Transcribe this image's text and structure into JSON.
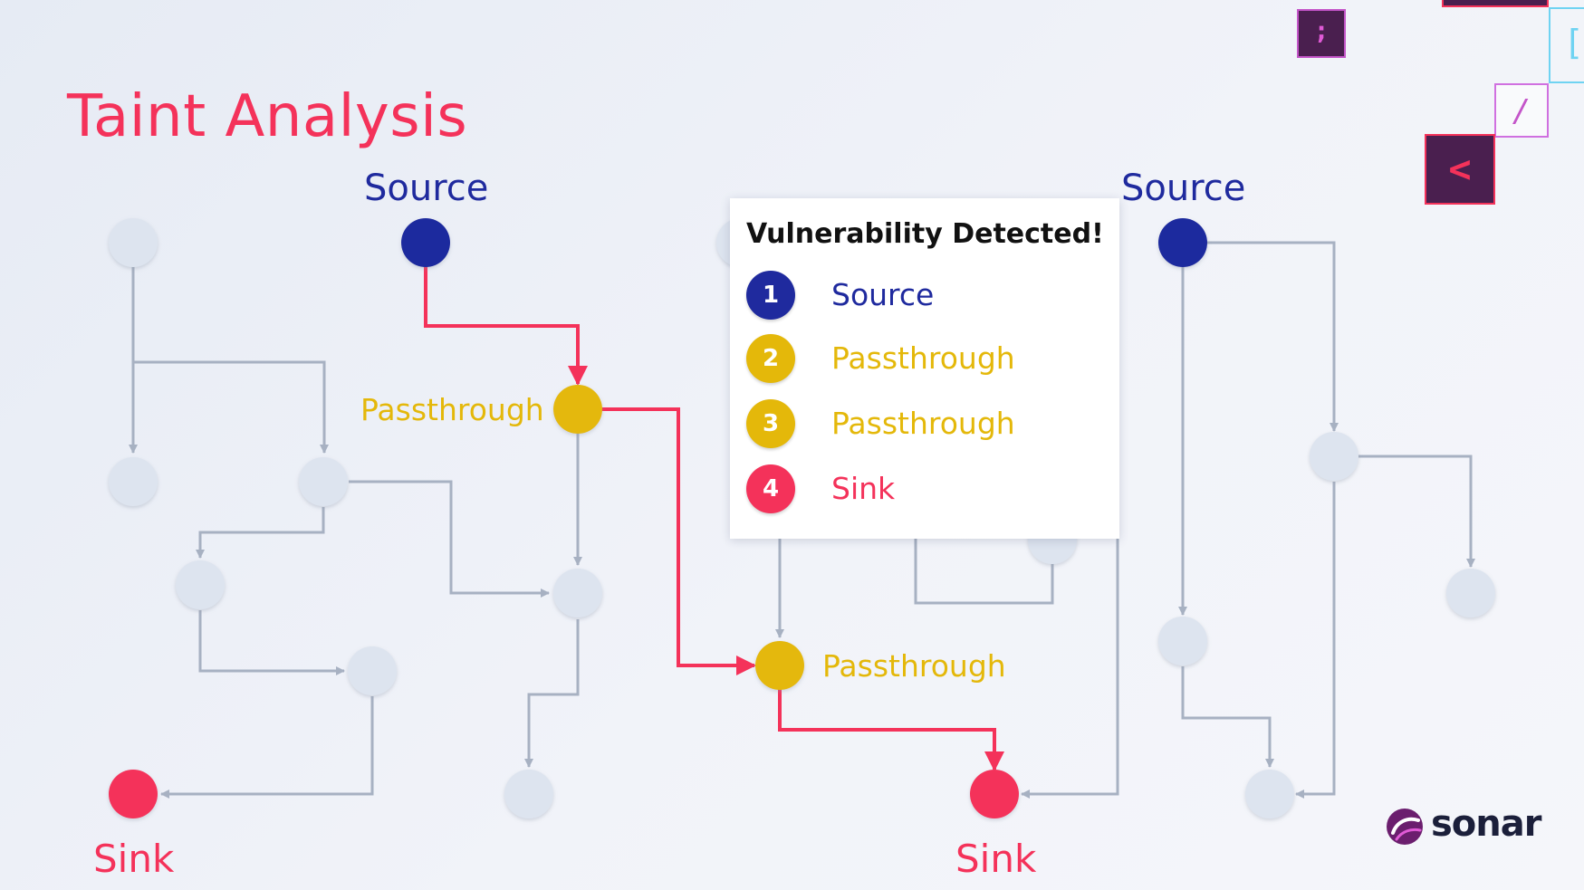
{
  "title": "Taint Analysis",
  "labels": {
    "source_left": "Source",
    "source_right": "Source",
    "passthrough_top": "Passthrough",
    "passthrough_bottom": "Passthrough",
    "sink_left": "Sink",
    "sink_center": "Sink"
  },
  "panel": {
    "title": "Vulnerability Detected!",
    "steps": [
      {
        "number": "1",
        "label": "Source",
        "color": "#1f2a9e",
        "text_color": "#1f2a9e"
      },
      {
        "number": "2",
        "label": "Passthrough",
        "color": "#e4b80a",
        "text_color": "#e4b80a"
      },
      {
        "number": "3",
        "label": "Passthrough",
        "color": "#e4b80a",
        "text_color": "#e4b80a"
      },
      {
        "number": "4",
        "label": "Sink",
        "color": "#f4325a",
        "text_color": "#f4325a"
      }
    ]
  },
  "decorations": {
    "semicolon_tile": ";",
    "slash_tile": "/",
    "less_than_tile": "<",
    "bracket_tile": "["
  },
  "logo": {
    "text": "sonar"
  },
  "colors": {
    "source": "#1f2a9e",
    "passthrough": "#e4b80a",
    "sink": "#f4325a",
    "node": "#dde4ef",
    "edge": "#a7b1c2",
    "taint_edge": "#f4325a"
  }
}
